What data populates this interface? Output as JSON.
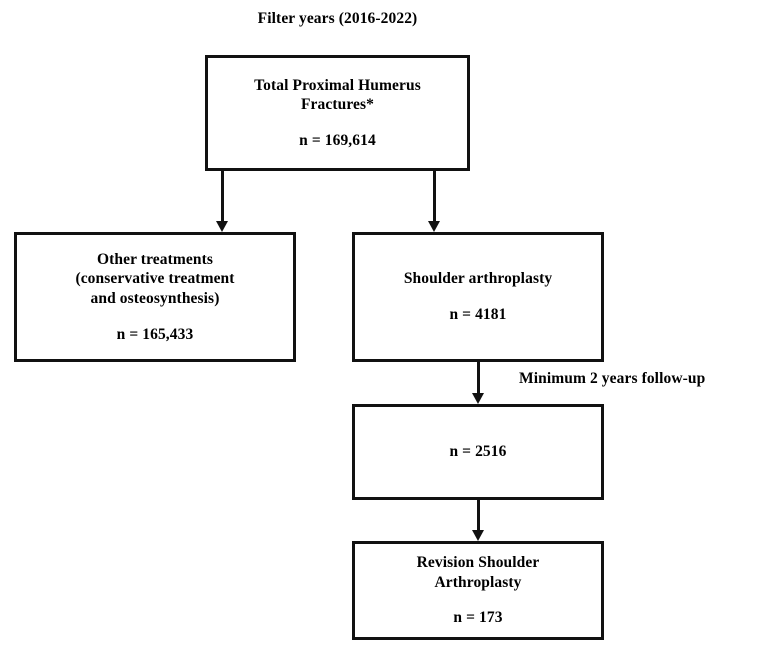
{
  "diagram": {
    "type": "flowchart",
    "title": "Proximal humerus fracture treatment flow diagram",
    "filter_caption": "Filter years (2016-2022)",
    "followup_caption": "Minimum  2 years follow-up",
    "nodes": {
      "total_fractures": {
        "title": "Total Proximal Humerus\nFractures*",
        "count": "n = 169,614"
      },
      "other_treatments": {
        "title": "Other treatments\n(conservative  treatment\nand osteosynthesis)",
        "count": "n = 165,433"
      },
      "shoulder_arthroplasty": {
        "title": "Shoulder arthroplasty",
        "count": "n = 4181"
      },
      "followup_cohort": {
        "title": "",
        "count": "n = 2516"
      },
      "revision_arthroplasty": {
        "title": "Revision Shoulder\nArthroplasty",
        "count": "n = 173"
      }
    },
    "edges": [
      {
        "name": "total-to-other",
        "from": "total_fractures",
        "to": "other_treatments"
      },
      {
        "name": "total-to-arthroplasty",
        "from": "total_fractures",
        "to": "shoulder_arthroplasty"
      },
      {
        "name": "arthroplasty-to-followup",
        "from": "shoulder_arthroplasty",
        "to": "followup_cohort",
        "label": "Minimum  2 years follow-up"
      },
      {
        "name": "followup-to-revision",
        "from": "followup_cohort",
        "to": "revision_arthroplasty"
      }
    ],
    "colors": {
      "stroke": "#111111",
      "fill": "#ffffff",
      "text": "#000000"
    }
  }
}
